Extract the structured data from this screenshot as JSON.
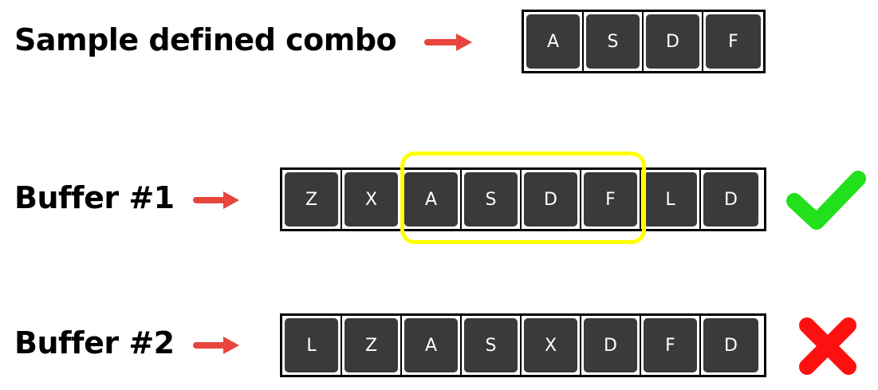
{
  "rows": [
    {
      "label": "Sample defined combo",
      "keys": [
        "A",
        "S",
        "D",
        "F"
      ]
    },
    {
      "label": "Buffer #1",
      "keys": [
        "Z",
        "X",
        "A",
        "S",
        "D",
        "F",
        "L",
        "D"
      ],
      "result": "check-icon"
    },
    {
      "label": "Buffer #2",
      "keys": [
        "L",
        "Z",
        "A",
        "S",
        "X",
        "D",
        "F",
        "D"
      ],
      "result": "cross-icon"
    }
  ],
  "colors": {
    "arrow": "#e8453c",
    "key_bg": "#3a3a3a",
    "highlight": "#ffff00",
    "check": "#22e01c",
    "cross": "#ff1010"
  }
}
